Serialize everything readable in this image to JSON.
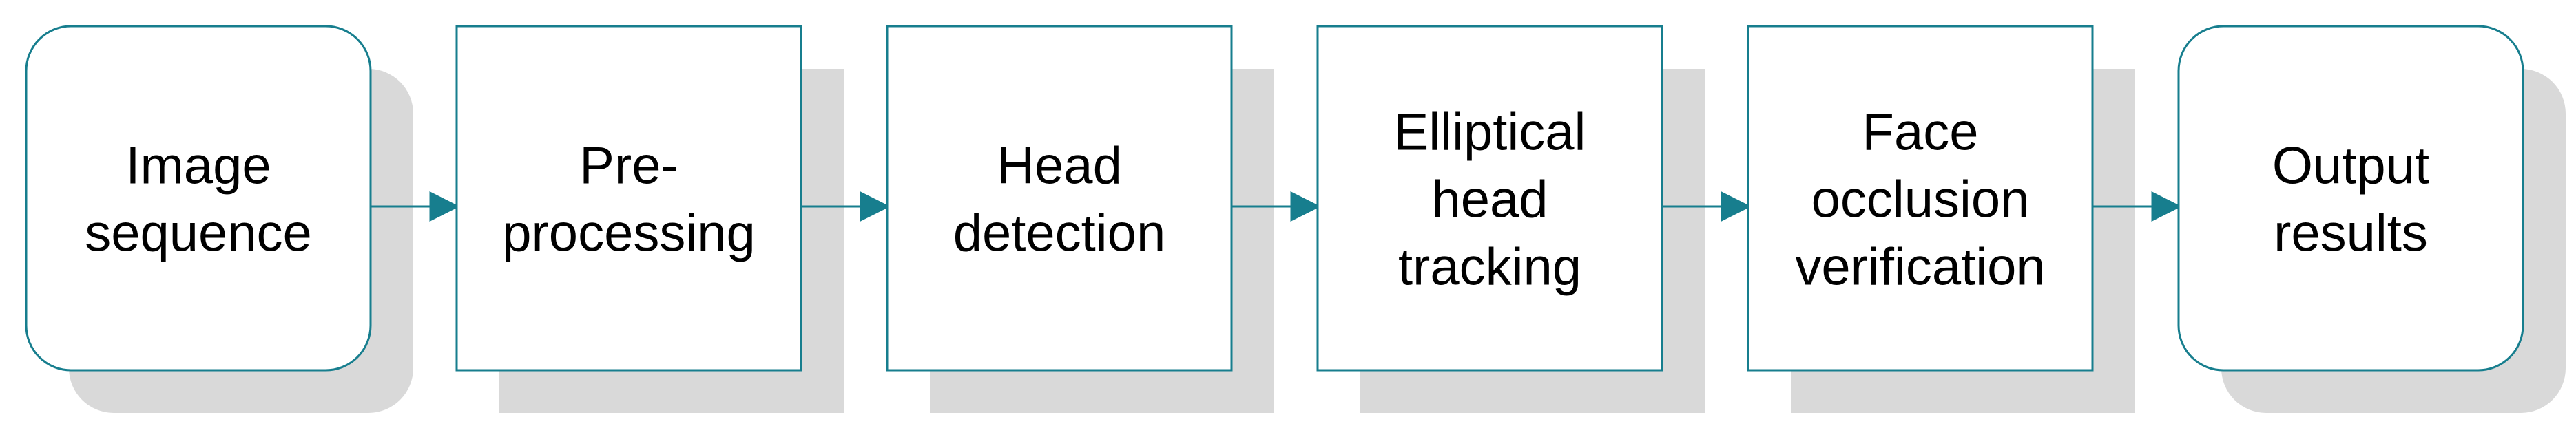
{
  "colors": {
    "box_border": "#177e8e",
    "box_fill": "#ffffff",
    "shadow": "#d9d9d9",
    "arrow": "#177e8e"
  },
  "nodes": [
    {
      "id": "image-sequence",
      "shape": "rounded",
      "lines": [
        "Image",
        "sequence"
      ]
    },
    {
      "id": "pre-processing",
      "shape": "rect",
      "lines": [
        "Pre-",
        "processing"
      ]
    },
    {
      "id": "head-detection",
      "shape": "rect",
      "lines": [
        "Head",
        "detection"
      ]
    },
    {
      "id": "elliptical-head-tracking",
      "shape": "rect",
      "lines": [
        "Elliptical",
        "head",
        "tracking"
      ]
    },
    {
      "id": "face-occlusion-verification",
      "shape": "rect",
      "lines": [
        "Face",
        "occlusion",
        "verification"
      ]
    },
    {
      "id": "output-results",
      "shape": "rounded",
      "lines": [
        "Output",
        "results"
      ]
    }
  ],
  "edges": [
    {
      "from": "image-sequence",
      "to": "pre-processing"
    },
    {
      "from": "pre-processing",
      "to": "head-detection"
    },
    {
      "from": "head-detection",
      "to": "elliptical-head-tracking"
    },
    {
      "from": "elliptical-head-tracking",
      "to": "face-occlusion-verification"
    },
    {
      "from": "face-occlusion-verification",
      "to": "output-results"
    }
  ]
}
